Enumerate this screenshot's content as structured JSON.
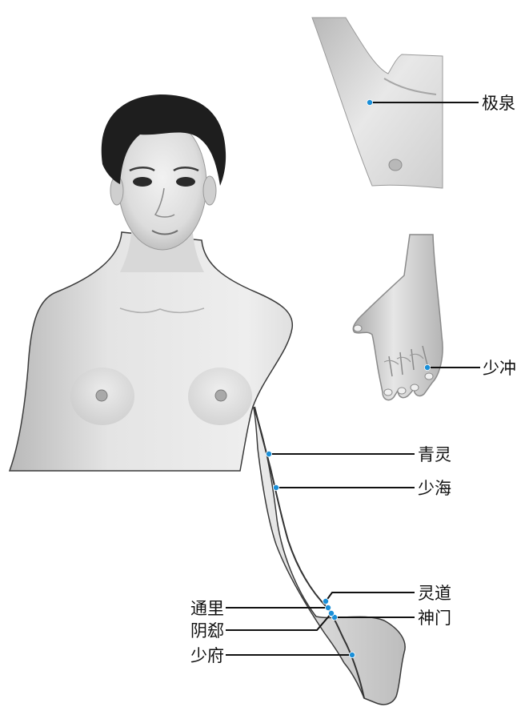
{
  "colors": {
    "acupoint": "#1a8fd8",
    "leader": "#111111",
    "skin_light": "#ececec",
    "skin_mid": "#c8c8c8",
    "skin_dark": "#8e8e8e",
    "hair": "#1e1e1e",
    "meridian": "#333333"
  },
  "points": [
    {
      "id": "jiquan",
      "label": "极泉"
    },
    {
      "id": "shaochong",
      "label": "少冲"
    },
    {
      "id": "qingling",
      "label": "青灵"
    },
    {
      "id": "shaohai",
      "label": "少海"
    },
    {
      "id": "lingdao",
      "label": "灵道"
    },
    {
      "id": "shenmen",
      "label": "神门"
    },
    {
      "id": "tongli",
      "label": "通里"
    },
    {
      "id": "yinxi",
      "label": "阴郄"
    },
    {
      "id": "shaofu",
      "label": "少府"
    }
  ]
}
